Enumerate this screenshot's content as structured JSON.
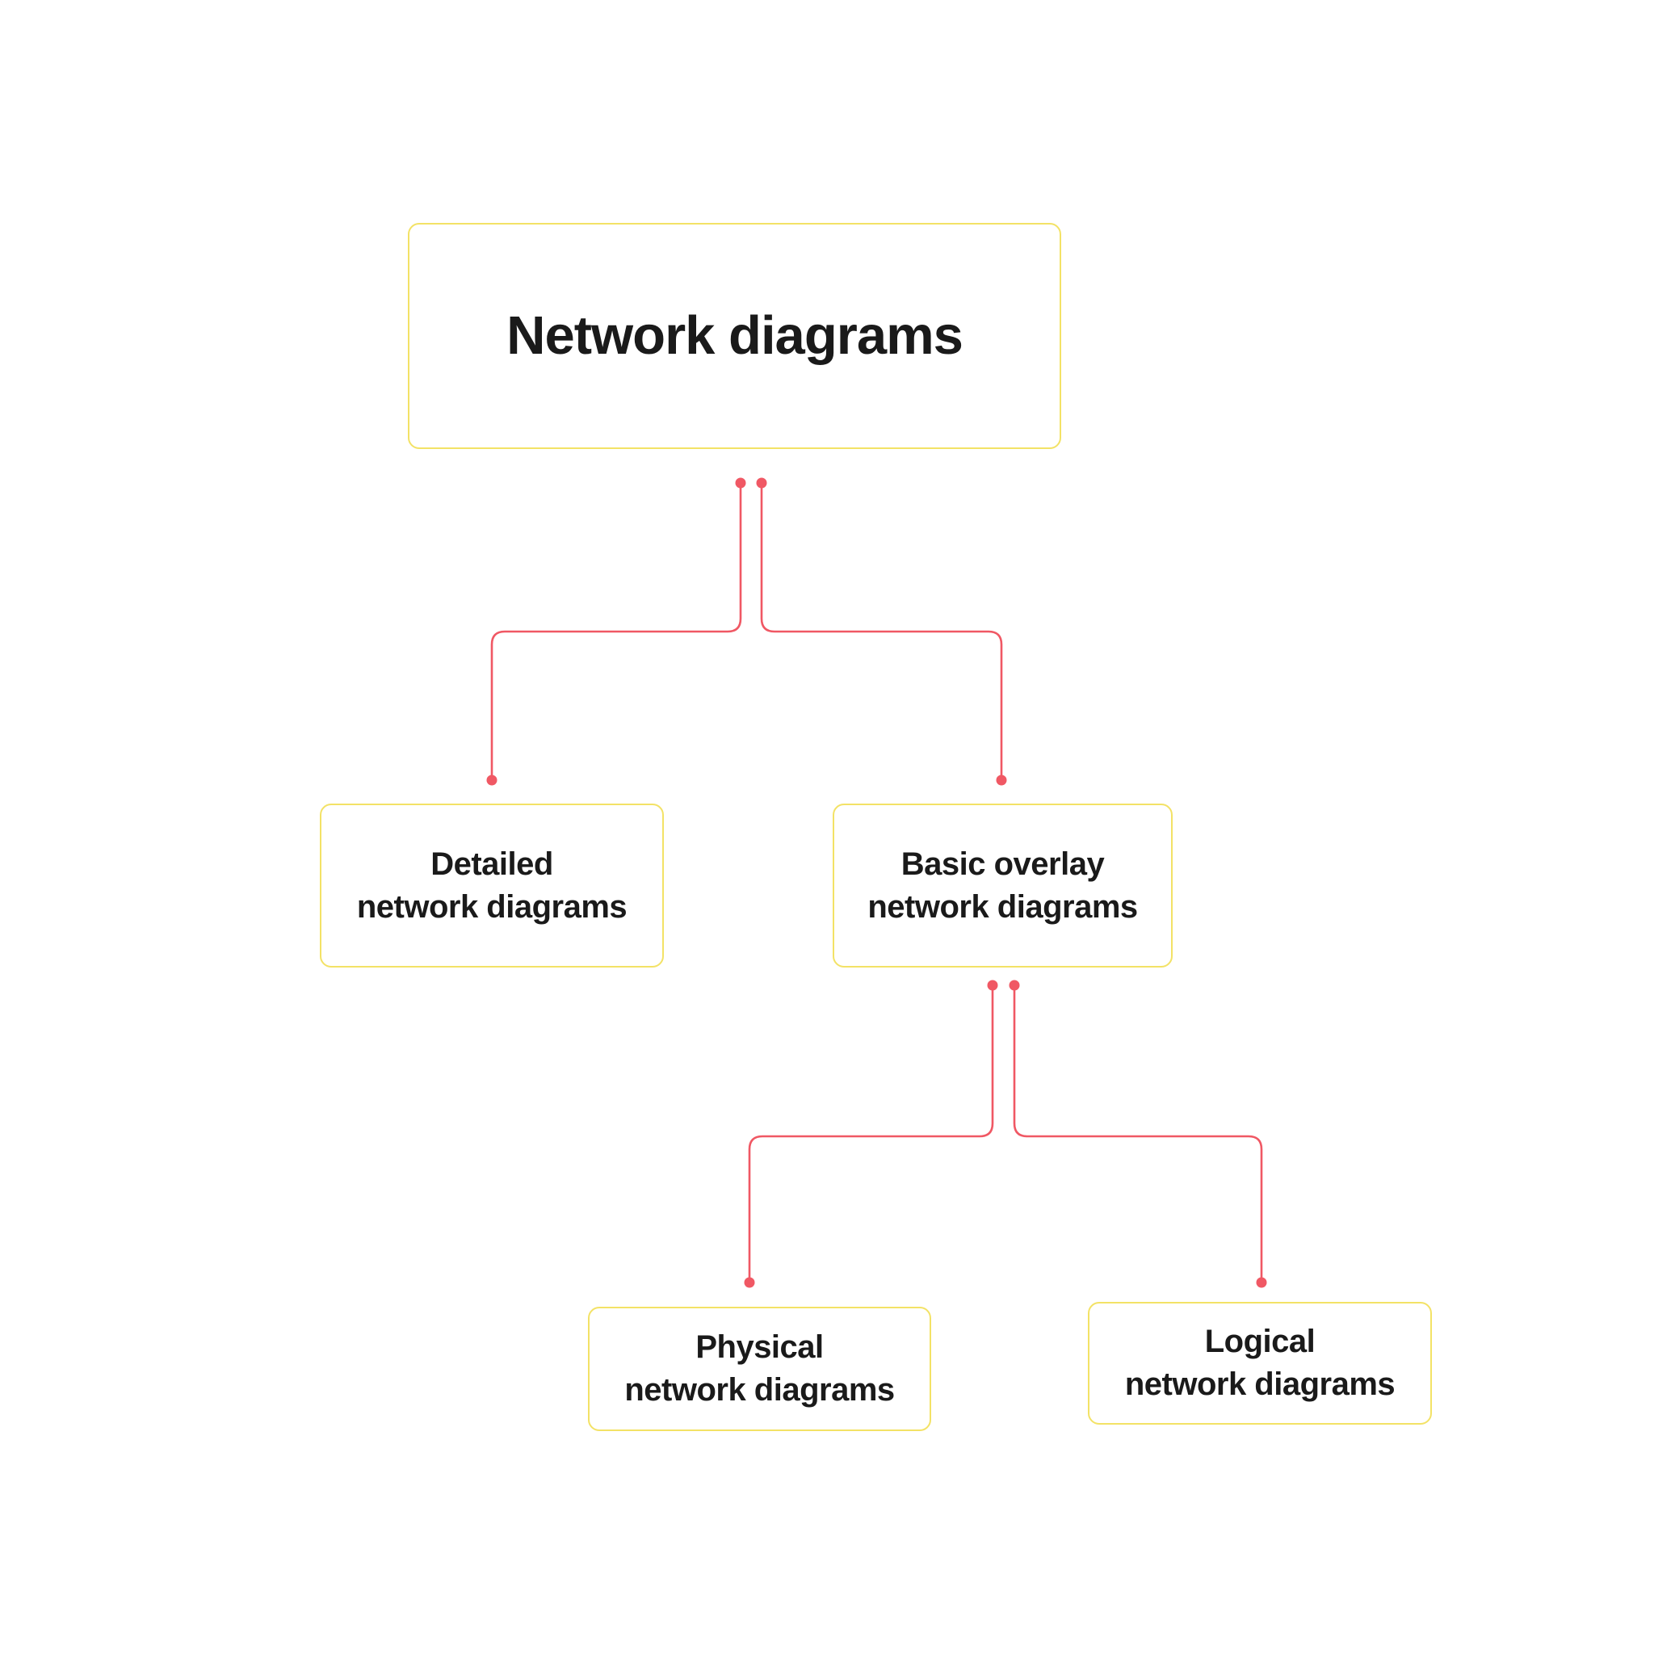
{
  "diagram": {
    "root": {
      "label": "Network diagrams"
    },
    "nodes": [
      {
        "id": "detailed",
        "line1": "Detailed",
        "line2": "network diagrams"
      },
      {
        "id": "basic-overlay",
        "line1": "Basic overlay",
        "line2": "network diagrams"
      },
      {
        "id": "physical",
        "line1": "Physical",
        "line2": "network diagrams"
      },
      {
        "id": "logical",
        "line1": "Logical",
        "line2": "network diagrams"
      }
    ]
  },
  "colors": {
    "background": "#FFFFFF",
    "box_border": "#F3E266",
    "connector": "#F05864",
    "text": "#1A1A1A"
  }
}
